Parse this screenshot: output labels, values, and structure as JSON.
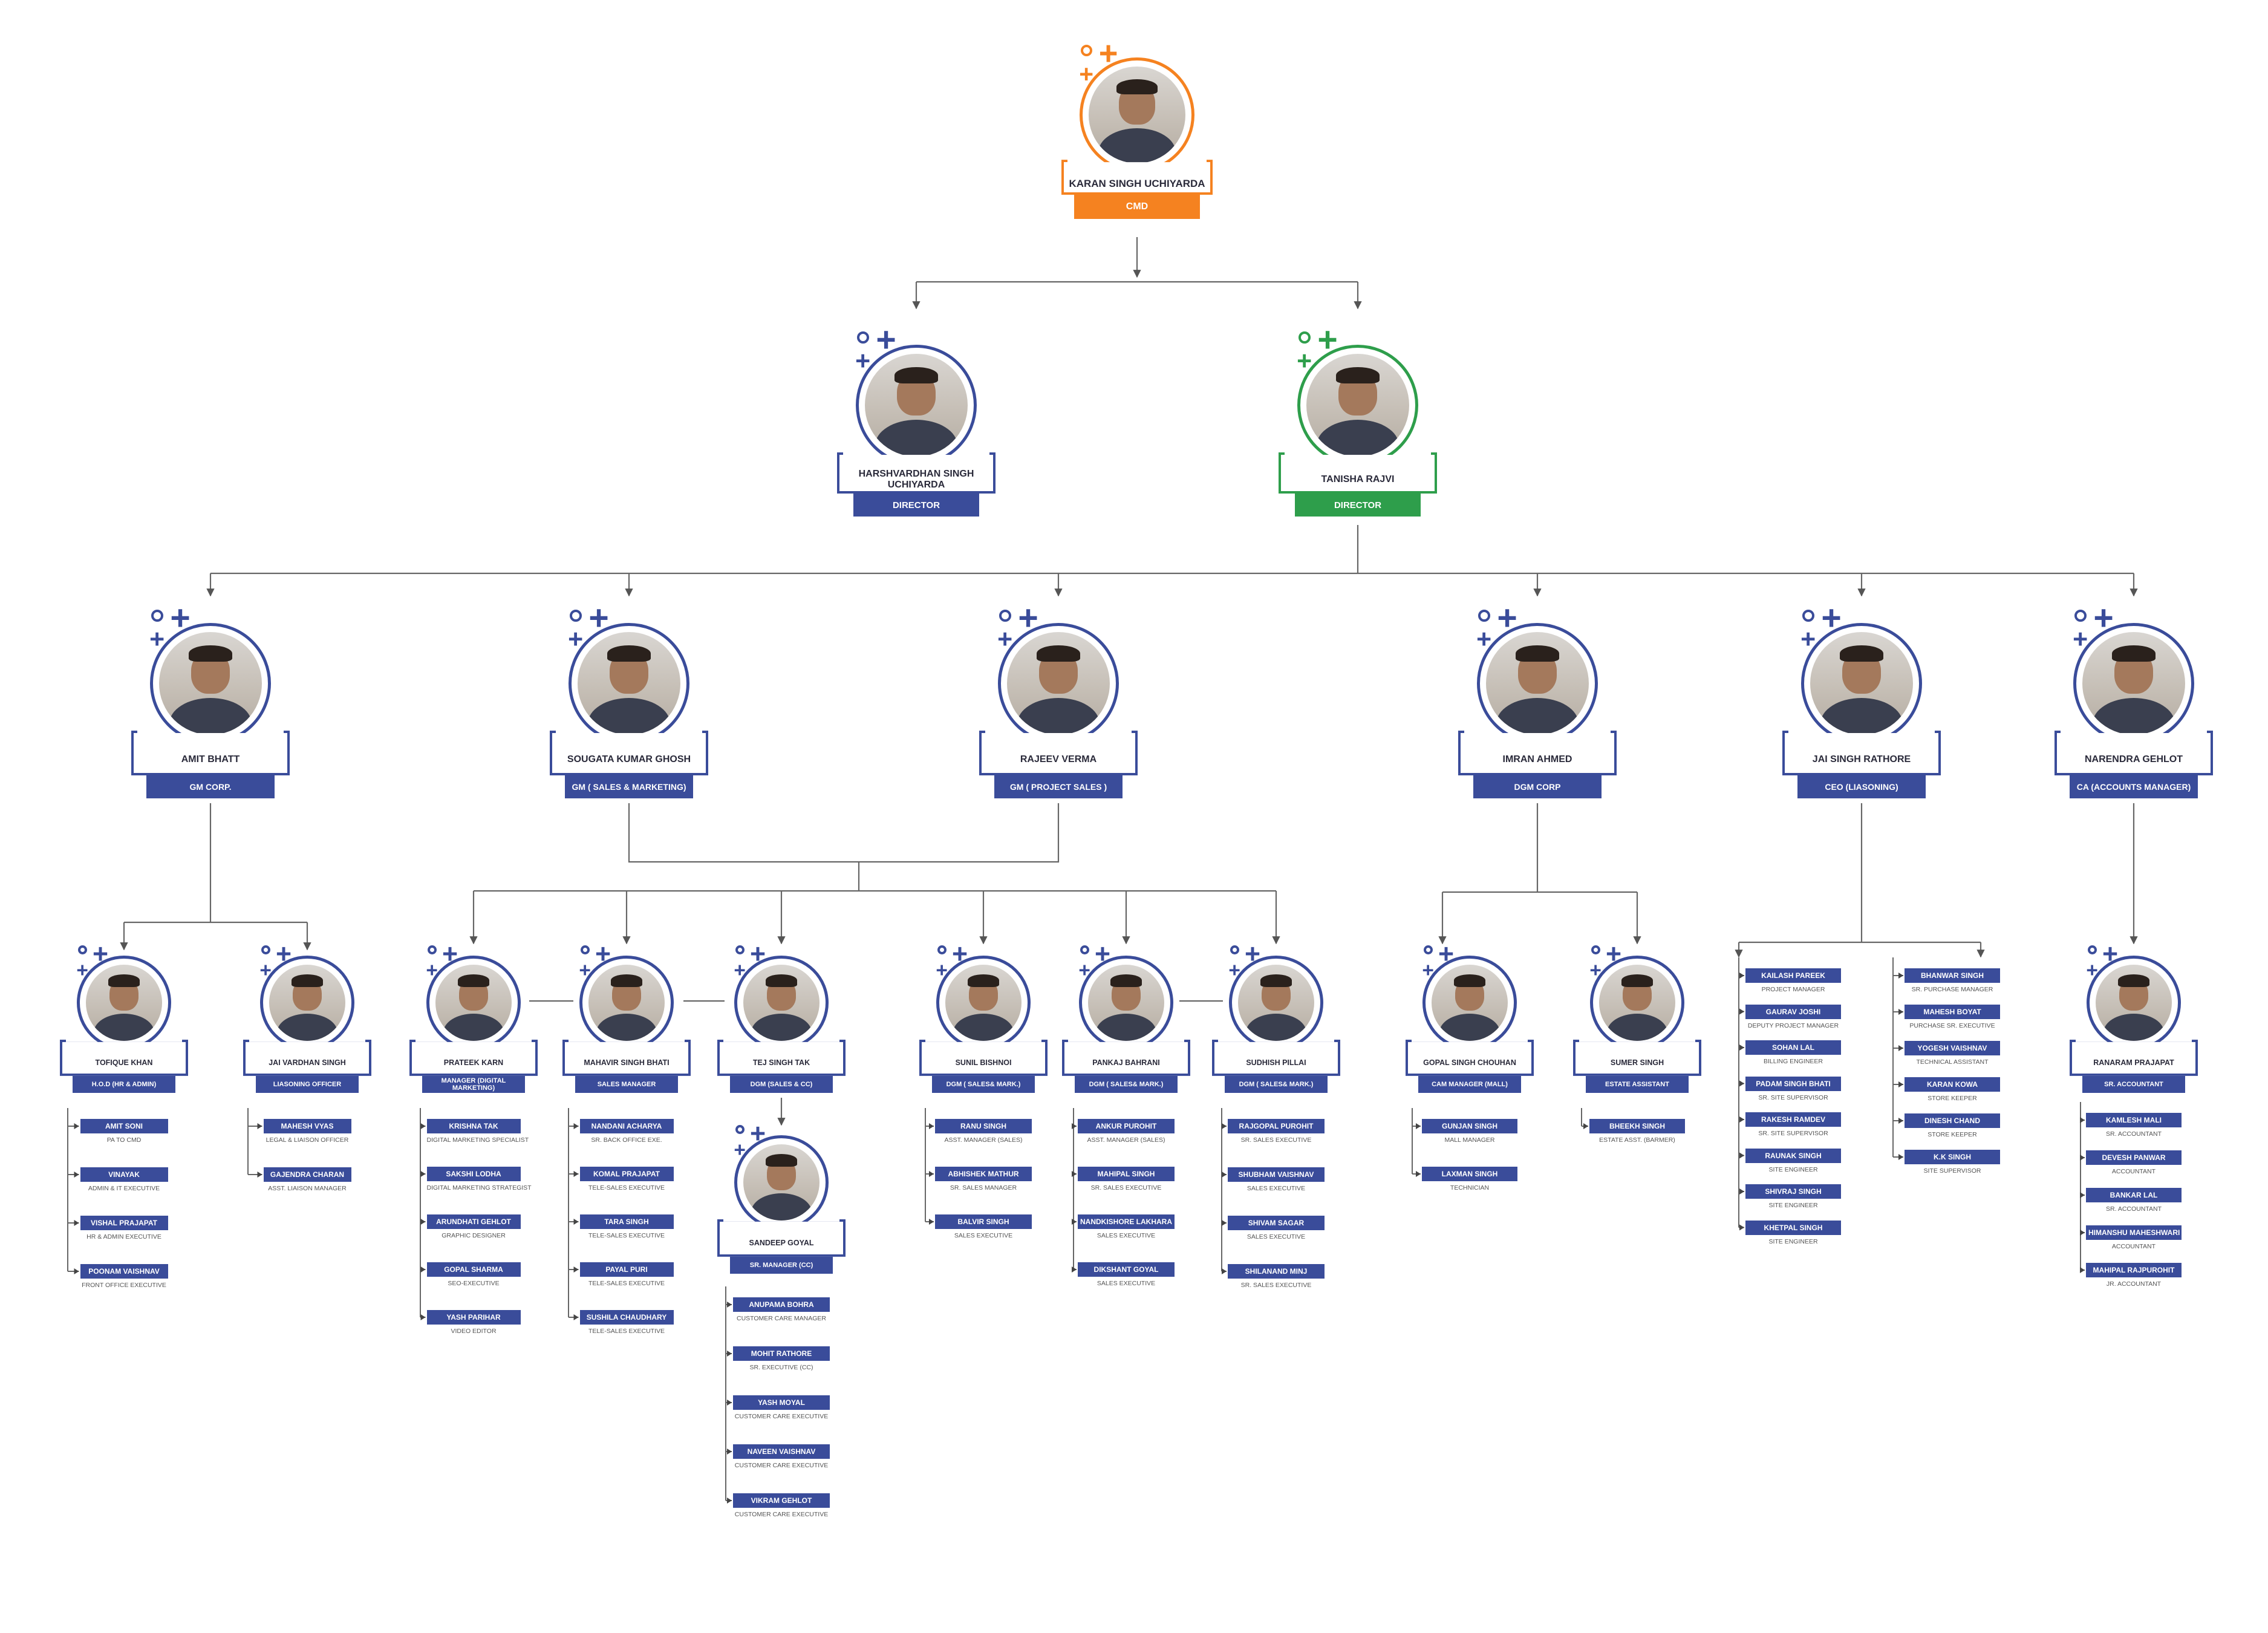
{
  "colors": {
    "primary": "#3a4c9a",
    "orange": "#f58220",
    "green": "#2e9e4b"
  },
  "top": {
    "name": "KARAN SINGH UCHIYARDA",
    "role": "CMD"
  },
  "directors": [
    {
      "name": "HARSHVARDHAN SINGH UCHIYARDA",
      "role": "DIRECTOR"
    },
    {
      "name": "TANISHA RAJVI",
      "role": "DIRECTOR"
    }
  ],
  "managers": [
    {
      "name": "AMIT BHATT",
      "role": "GM CORP."
    },
    {
      "name": "SOUGATA KUMAR GHOSH",
      "role": "GM ( SALES & MARKETING)"
    },
    {
      "name": "RAJEEV VERMA",
      "role": "GM ( PROJECT SALES )"
    },
    {
      "name": "IMRAN AHMED",
      "role": "DGM CORP"
    },
    {
      "name": "JAI SINGH RATHORE",
      "role": "CEO (LIASONING)"
    },
    {
      "name": "NARENDRA GEHLOT",
      "role": "CA (ACCOUNTS MANAGER)"
    }
  ],
  "leads": [
    {
      "name": "TOFIQUE KHAN",
      "role": "H.O.D (HR & ADMIN)",
      "items": [
        {
          "name": "AMIT SONI",
          "role": "PA TO CMD"
        },
        {
          "name": "VINAYAK",
          "role": "ADMIN & IT EXECUTIVE"
        },
        {
          "name": "VISHAL PRAJAPAT",
          "role": "HR & ADMIN EXECUTIVE"
        },
        {
          "name": "POONAM VAISHNAV",
          "role": "FRONT OFFICE EXECUTIVE"
        }
      ]
    },
    {
      "name": "JAI VARDHAN SINGH",
      "role": "LIASONING OFFICER",
      "items": [
        {
          "name": "MAHESH VYAS",
          "role": "LEGAL & LIAISON OFFICER"
        },
        {
          "name": "GAJENDRA CHARAN",
          "role": "ASST. LIAISON MANAGER"
        }
      ]
    },
    {
      "name": "PRATEEK KARN",
      "role": "MANAGER (DIGITAL MARKETING)",
      "items": [
        {
          "name": "KRISHNA TAK",
          "role": "DIGITAL MARKETING SPECIALIST"
        },
        {
          "name": "SAKSHI LODHA",
          "role": "DIGITAL MARKETING STRATEGIST"
        },
        {
          "name": "ARUNDHATI GEHLOT",
          "role": "GRAPHIC DESIGNER"
        },
        {
          "name": "GOPAL SHARMA",
          "role": "SEO-EXECUTIVE"
        },
        {
          "name": "YASH PARIHAR",
          "role": "VIDEO EDITOR"
        }
      ]
    },
    {
      "name": "MAHAVIR SINGH BHATI",
      "role": "SALES MANAGER",
      "items": [
        {
          "name": "NANDANI ACHARYA",
          "role": "SR. BACK OFFICE EXE."
        },
        {
          "name": "KOMAL PRAJAPAT",
          "role": "TELE-SALES EXECUTIVE"
        },
        {
          "name": "TARA SINGH",
          "role": "TELE-SALES EXECUTIVE"
        },
        {
          "name": "PAYAL PURI",
          "role": "TELE-SALES EXECUTIVE"
        },
        {
          "name": "SUSHILA CHAUDHARY",
          "role": "TELE-SALES EXECUTIVE"
        }
      ]
    },
    {
      "name": "TEJ SINGH TAK",
      "role": "DGM (SALES & CC)",
      "items": []
    },
    {
      "name": "SUNIL BISHNOI",
      "role": "DGM ( SALES& MARK.)",
      "items": [
        {
          "name": "RANU SINGH",
          "role": "ASST. MANAGER (SALES)"
        },
        {
          "name": "ABHISHEK MATHUR",
          "role": "SR. SALES MANAGER"
        },
        {
          "name": "BALVIR SINGH",
          "role": "SALES EXECUTIVE"
        }
      ]
    },
    {
      "name": "PANKAJ BAHRANI",
      "role": "DGM ( SALES& MARK.)",
      "items": [
        {
          "name": "ANKUR PUROHIT",
          "role": "ASST. MANAGER (SALES)"
        },
        {
          "name": "MAHIPAL SINGH",
          "role": "SR. SALES EXECUTIVE"
        },
        {
          "name": "NANDKISHORE LAKHARA",
          "role": "SALES EXECUTIVE"
        },
        {
          "name": "DIKSHANT GOYAL",
          "role": "SALES EXECUTIVE"
        }
      ]
    },
    {
      "name": "SUDHISH PILLAI",
      "role": "DGM ( SALES& MARK.)",
      "items": [
        {
          "name": "RAJGOPAL PUROHIT",
          "role": "SR. SALES EXECUTIVE"
        },
        {
          "name": "SHUBHAM VAISHNAV",
          "role": "SALES EXECUTIVE"
        },
        {
          "name": "SHIVAM SAGAR",
          "role": "SALES EXECUTIVE"
        },
        {
          "name": "SHILANAND MINJ",
          "role": "SR. SALES EXECUTIVE"
        }
      ]
    },
    {
      "name": "GOPAL SINGH CHOUHAN",
      "role": "CAM MANAGER (MALL)",
      "items": [
        {
          "name": "GUNJAN SINGH",
          "role": "MALL MANAGER"
        },
        {
          "name": "LAXMAN SINGH",
          "role": "TECHNICIAN"
        }
      ]
    },
    {
      "name": "SUMER SINGH",
      "role": "ESTATE ASSISTANT",
      "items": [
        {
          "name": "BHEEKH SINGH",
          "role": "ESTATE ASST. (BARMER)"
        }
      ]
    },
    {
      "name": "RANARAM PRAJAPAT",
      "role": "SR. ACCOUNTANT",
      "items": [
        {
          "name": "KAMLESH MALI",
          "role": "SR. ACCOUNTANT"
        },
        {
          "name": "DEVESH PANWAR",
          "role": "ACCOUNTANT"
        },
        {
          "name": "BANKAR LAL",
          "role": "SR. ACCOUNTANT"
        },
        {
          "name": "HIMANSHU MAHESHWARI",
          "role": "ACCOUNTANT"
        },
        {
          "name": "MAHIPAL RAJPUROHIT",
          "role": "JR. ACCOUNTANT"
        }
      ]
    }
  ],
  "cc_manager": {
    "name": "SANDEEP GOYAL",
    "role": "SR. MANAGER (CC)",
    "items": [
      {
        "name": "ANUPAMA BOHRA",
        "role": "CUSTOMER CARE MANAGER"
      },
      {
        "name": "MOHIT RATHORE",
        "role": "SR. EXECUTIVE (CC)"
      },
      {
        "name": "YASH MOYAL",
        "role": "CUSTOMER CARE EXECUTIVE"
      },
      {
        "name": "NAVEEN VAISHNAV",
        "role": "CUSTOMER CARE EXECUTIVE"
      },
      {
        "name": "VIKRAM GEHLOT",
        "role": "CUSTOMER CARE EXECUTIVE"
      }
    ]
  },
  "liasoning_team": {
    "left": [
      {
        "name": "KAILASH PAREEK",
        "role": "PROJECT MANAGER"
      },
      {
        "name": "GAURAV JOSHI",
        "role": "DEPUTY PROJECT MANAGER"
      },
      {
        "name": "SOHAN LAL",
        "role": "BILLING ENGINEER"
      },
      {
        "name": "PADAM SINGH BHATI",
        "role": "SR. SITE SUPERVISOR"
      },
      {
        "name": "RAKESH RAMDEV",
        "role": "SR. SITE SUPERVISOR"
      },
      {
        "name": "RAUNAK SINGH",
        "role": "SITE ENGINEER"
      },
      {
        "name": "SHIVRAJ SINGH",
        "role": "SITE ENGINEER"
      },
      {
        "name": "KHETPAL SINGH",
        "role": "SITE ENGINEER"
      }
    ],
    "right": [
      {
        "name": "BHANWAR SINGH",
        "role": "SR. PURCHASE MANAGER"
      },
      {
        "name": "MAHESH BOYAT",
        "role": "PURCHASE SR. EXECUTIVE"
      },
      {
        "name": "YOGESH VAISHNAV",
        "role": "TECHNICAL ASSISTANT"
      },
      {
        "name": "KARAN KOWA",
        "role": "STORE KEEPER"
      },
      {
        "name": "DINESH CHAND",
        "role": "STORE KEEPER"
      },
      {
        "name": "K.K SINGH",
        "role": "SITE SUPERVISOR"
      }
    ]
  }
}
